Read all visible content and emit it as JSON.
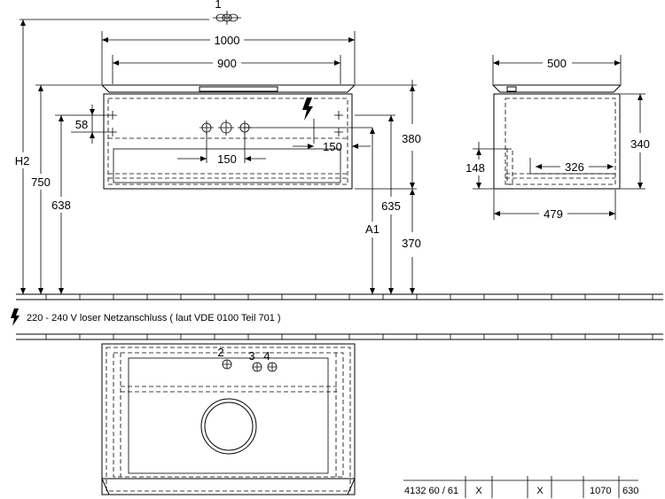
{
  "labels": {
    "callout_1": "1",
    "callout_2": "2",
    "callout_3": "3",
    "callout_4": "4",
    "h2": "H2",
    "a1": "A1"
  },
  "dimensions": {
    "width_1000": "1000",
    "width_900": "900",
    "width_500": "500",
    "d58": "58",
    "d150_left": "150",
    "d150_right": "150",
    "d380": "380",
    "d370": "370",
    "d340": "340",
    "d148": "148",
    "d326": "326",
    "d479": "479",
    "d750": "750",
    "d638": "638",
    "d635": "635"
  },
  "note": "220 - 240 V loser Netzanschluss ( laut VDE 0100 Teil 701 )",
  "table": {
    "article": "4132 60 / 61",
    "mark1": "X",
    "mark2": "X",
    "v1": "1070",
    "v2": "630"
  }
}
